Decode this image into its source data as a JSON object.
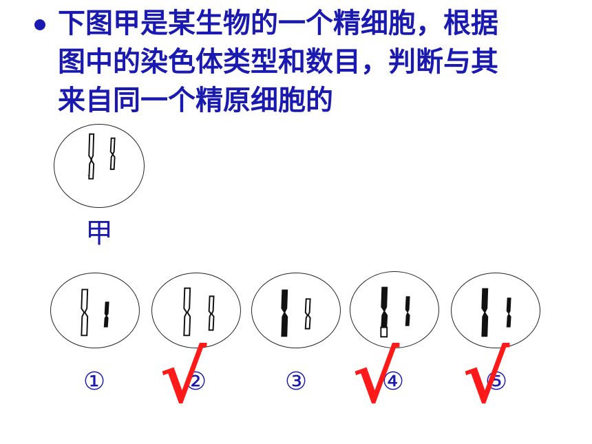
{
  "question": {
    "text": "下图甲是某生物的一个精细胞，根据\n图中的染色体类型和数目，判断与其\n来自同一个精原细胞的"
  },
  "reference_cell": {
    "label": "甲"
  },
  "option_cells": [
    {
      "label": "①",
      "marked": false
    },
    {
      "label": "②",
      "marked": true
    },
    {
      "label": "③",
      "marked": false
    },
    {
      "label": "④",
      "marked": true
    },
    {
      "label": "⑤",
      "marked": true
    }
  ],
  "check_mark": "√",
  "colors": {
    "text": "#1a1ab0",
    "check": "#ff1a1a"
  }
}
